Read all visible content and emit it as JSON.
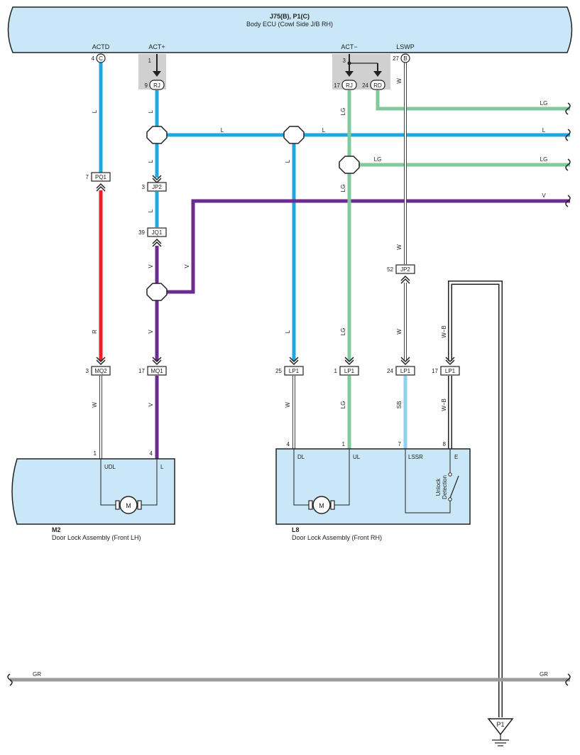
{
  "ecu": {
    "code": "J75(B), P1(C)",
    "name": "Body ECU (Cowl Side J/B RH)",
    "pins": {
      "actd": {
        "label": "ACTD",
        "num": "4",
        "conn": "C"
      },
      "actp": {
        "label": "ACT+",
        "num": "1"
      },
      "actm": {
        "label": "ACT−",
        "num": "3"
      },
      "lswp": {
        "label": "LSWP",
        "num": "27",
        "conn": "B"
      }
    }
  },
  "junction": {
    "rj_left": {
      "num": "9",
      "id": "RJ"
    },
    "rj_right": {
      "num": "17",
      "id": "RJ"
    },
    "rd": {
      "num": "24",
      "id": "RD"
    }
  },
  "connectors": {
    "pq1": {
      "num": "7",
      "id": "PQ1"
    },
    "jp2_a": {
      "num": "3",
      "id": "JP2"
    },
    "jq1": {
      "num": "39",
      "id": "JQ1"
    },
    "jp2_b": {
      "num": "52",
      "id": "JP2"
    },
    "mq2": {
      "num": "3",
      "id": "MQ2"
    },
    "mq1": {
      "num": "17",
      "id": "MQ1"
    },
    "lp1_a": {
      "num": "25",
      "id": "LP1"
    },
    "lp1_b": {
      "num": "1",
      "id": "LP1"
    },
    "lp1_c": {
      "num": "24",
      "id": "LP1"
    },
    "lp1_d": {
      "num": "17",
      "id": "LP1"
    }
  },
  "wire_labels": {
    "L": "L",
    "R": "R",
    "V": "V",
    "W": "W",
    "LG": "LG",
    "SB": "SB",
    "WB": "W−B",
    "GR": "GR"
  },
  "m2": {
    "code": "M2",
    "name": "Door Lock Assembly (Front LH)",
    "pin_udl": "1",
    "pin_l": "4",
    "term_udl": "UDL",
    "term_l": "L",
    "motor": "M"
  },
  "l8": {
    "code": "L8",
    "name": "Door Lock Assembly (Front RH)",
    "pin_dl": "4",
    "pin_ul": "1",
    "pin_lssr": "7",
    "pin_e": "8",
    "term_dl": "DL",
    "term_ul": "UL",
    "term_lssr": "LSSR",
    "term_e": "E",
    "motor": "M",
    "switch_line1": "Unlock",
    "switch_line2": "Detection"
  },
  "ground": {
    "id": "P1"
  },
  "colors": {
    "L": "#1ea7e1",
    "R": "#e8202a",
    "V": "#6b2c8e",
    "LG": "#80c99a",
    "SB": "#8fd0ef",
    "GR": "#9a9a9a",
    "box_fill": "#c9e7f7",
    "junction_fill": "#d0d0d0"
  }
}
